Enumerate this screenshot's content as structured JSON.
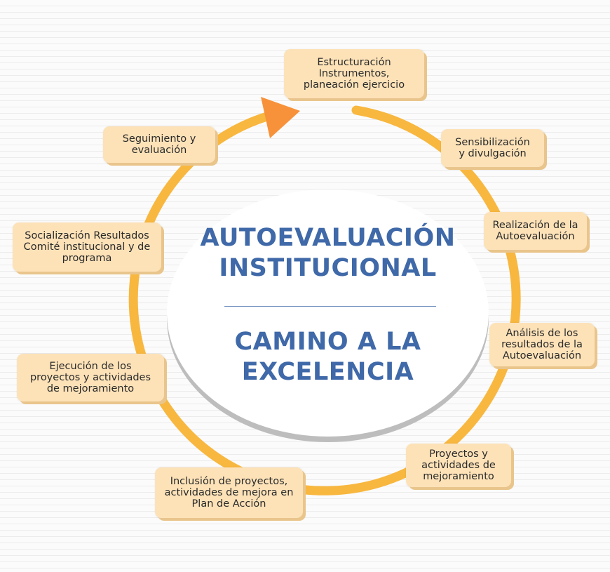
{
  "center": {
    "title": "AUTOEVALUACIÓN\nINSTITUCIONAL",
    "subtitle": "CAMINO A LA\nEXCELENCIA"
  },
  "colors": {
    "ring": "#f8b73f",
    "arrow": "#f7923a",
    "box_fill": "#fde2b8",
    "box_shadow": "#e9c58c",
    "title_blue": "#3f69a8",
    "disc_shadow": "#bdbdbd"
  },
  "steps": [
    {
      "label": "Estructuración\nInstrumentos,\nplaneación ejercicio"
    },
    {
      "label": "Sensibilización\ny divulgación"
    },
    {
      "label": "Realización de la\nAutoevaluación"
    },
    {
      "label": "Análisis de los\nresultados de la\nAutoevaluación"
    },
    {
      "label": "Proyectos y\nactividades de\nmejoramiento"
    },
    {
      "label": "Inclusión de proyectos,\nactividades de mejora en\nPlan de Acción"
    },
    {
      "label": "Ejecución de los\nproyectos y actividades\nde mejoramiento"
    },
    {
      "label": "Socialización Resultados\nComité institucional y de\nprograma"
    },
    {
      "label": "Seguimiento y\nevaluación"
    }
  ]
}
